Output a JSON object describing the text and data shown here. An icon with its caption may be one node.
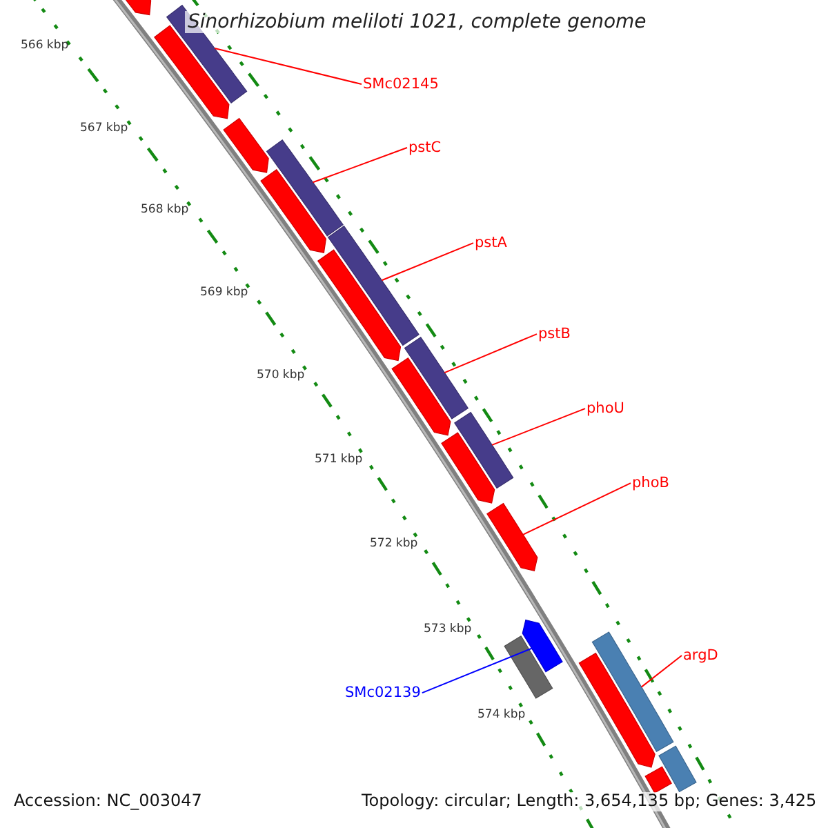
{
  "diagram": {
    "title": "Sinorhizobium meliloti 1021, complete genome",
    "nodes": [
      {
        "text": [
          "SMc02145"
        ]
      },
      {
        "text": [
          "pstC"
        ]
      },
      {
        "text": [
          "pstA"
        ]
      },
      {
        "text": [
          "pstB"
        ]
      },
      {
        "text": [
          "phoU"
        ]
      },
      {
        "text": [
          "phoB"
        ]
      },
      {
        "text": [
          "argD"
        ]
      },
      {
        "text": [
          "SMc02139"
        ]
      },
      {
        "text": [],
        "shape": "arrow"
      },
      {
        "text": [],
        "shape": "bar"
      },
      {
        "text": [],
        "shape": "arrow"
      },
      {
        "text": [],
        "shape": "arrow"
      },
      {
        "text": [],
        "shape": "bar"
      },
      {
        "text": [],
        "shape": "arrow"
      },
      {
        "text": [],
        "shape": "bar"
      },
      {
        "text": [],
        "shape": "arrow"
      },
      {
        "text": [],
        "shape": "bar"
      },
      {
        "text": [],
        "shape": "arrow"
      },
      {
        "text": [],
        "shape": "bar"
      },
      {
        "text": [],
        "shape": "arrow"
      },
      {
        "text": [],
        "shape": "arrow"
      },
      {
        "text": [],
        "shape": "arrow"
      },
      {
        "text": [],
        "shape": "bar"
      },
      {
        "text": [],
        "shape": "bar"
      },
      {
        "text": [],
        "shape": "arrow"
      },
      {
        "text": [],
        "shape": "bar"
      },
      {
        "text": [],
        "shape": "bar"
      }
    ],
    "edges": [
      {
        "from": 0,
        "to": 9,
        "arrow": "none"
      },
      {
        "from": 1,
        "to": 12,
        "arrow": "none"
      },
      {
        "from": 2,
        "to": 14,
        "arrow": "none"
      },
      {
        "from": 3,
        "to": 16,
        "arrow": "none"
      },
      {
        "from": 4,
        "to": 18,
        "arrow": "none"
      },
      {
        "from": 5,
        "to": 20,
        "arrow": "none"
      },
      {
        "from": 6,
        "to": 23,
        "arrow": "none"
      },
      {
        "from": 7,
        "to": 21,
        "arrow": "none",
        "color": "#0000ff"
      }
    ],
    "labels": [
      "566 kbp",
      "567 kbp",
      "568 kbp",
      "569 kbp",
      "570 kbp",
      "571 kbp",
      "572 kbp",
      "573 kbp",
      "574 kbp",
      "Accession: NC_003047",
      "Topology: circular; Length: 3,654,135 bp; Genes: 3,425"
    ]
  }
}
